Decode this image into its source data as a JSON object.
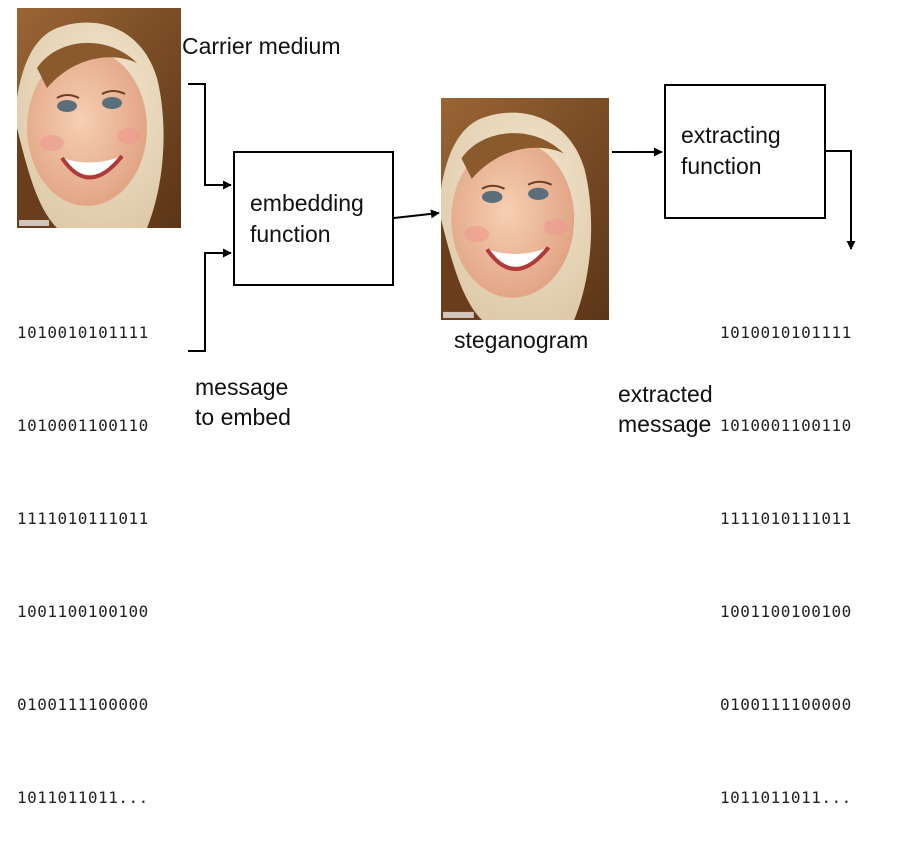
{
  "labels": {
    "carrier": "Carrier medium",
    "embedding": [
      "embedding",
      "function"
    ],
    "extracting": [
      "extracting",
      "function"
    ],
    "steganogram": "steganogram",
    "message": [
      "message",
      "to embed"
    ],
    "extracted": [
      "extracted",
      "message"
    ]
  },
  "bits_left": [
    "1010010101111",
    "1010001100110",
    "1111010111011",
    "1001100100100",
    "0100111100000",
    "1011011011..."
  ],
  "bits_right": [
    "1010010101111",
    "1010001100110",
    "1111010111011",
    "1001100100100",
    "0100111100000",
    "1011011011..."
  ],
  "images": {
    "carrier_photo": "smiling-girl-photo",
    "stego_photo": "smiling-girl-photo"
  },
  "colors": {
    "line": "#000000",
    "box_border": "#000000"
  }
}
